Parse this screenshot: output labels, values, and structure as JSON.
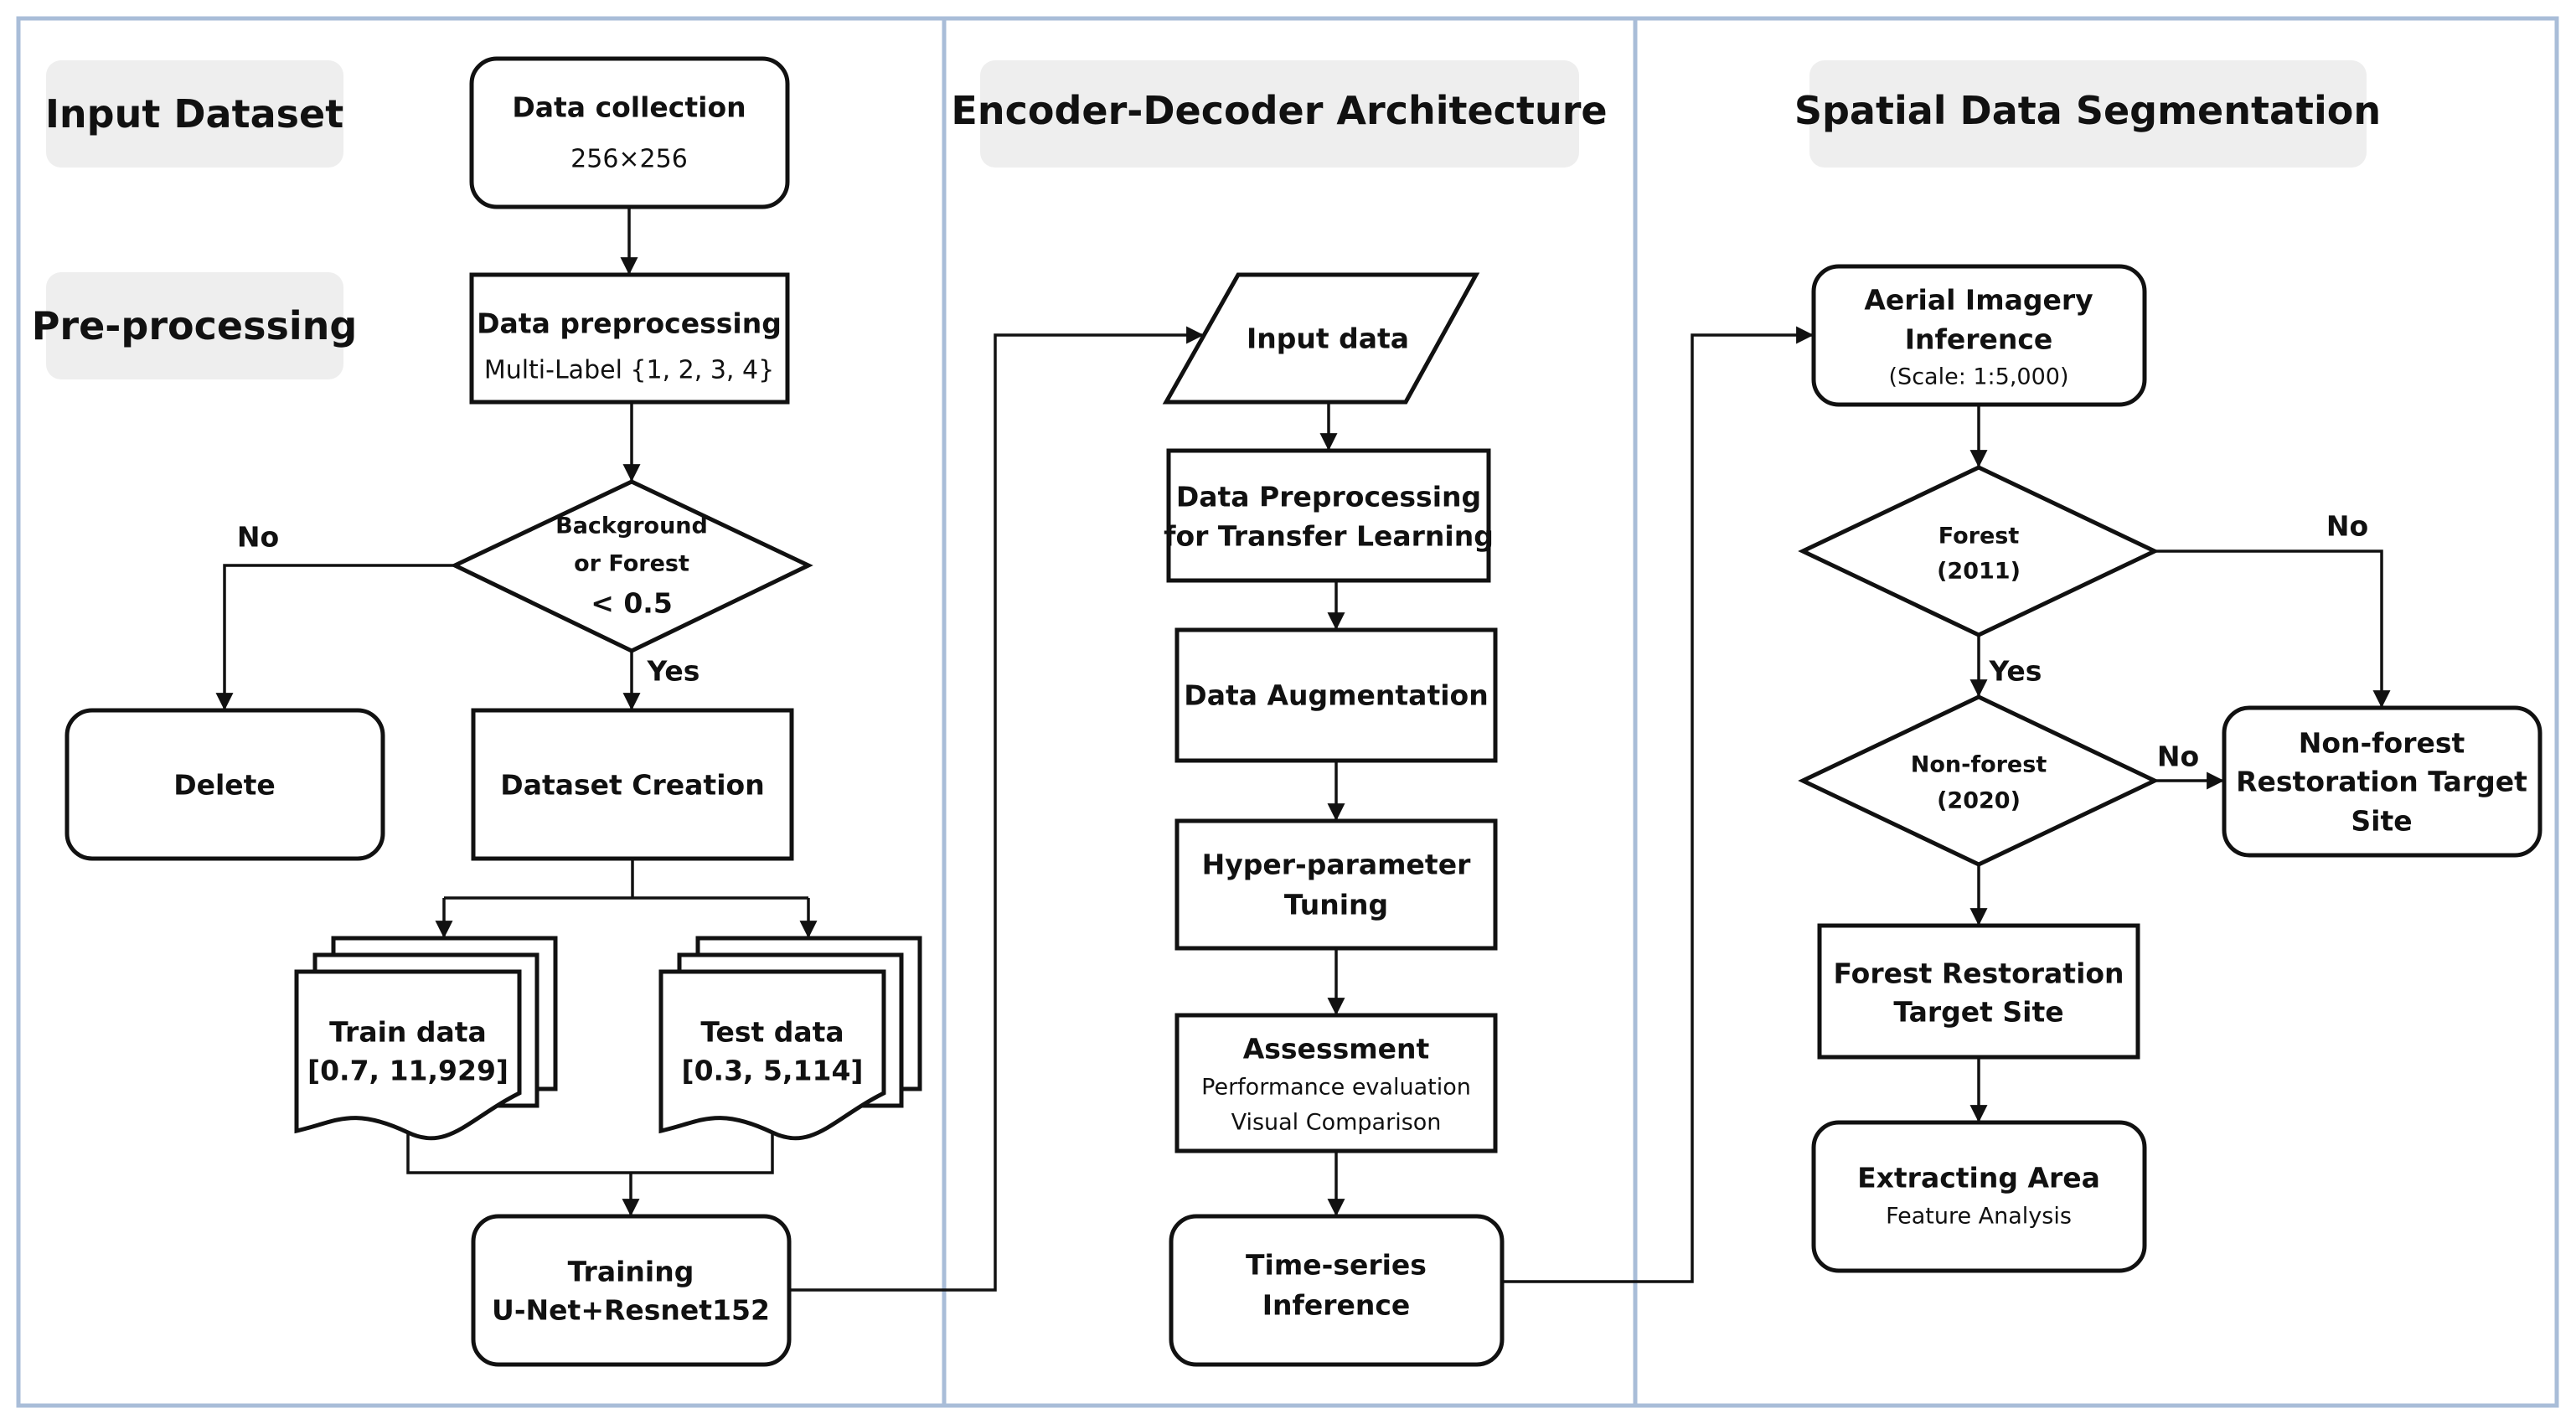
{
  "headers": {
    "input_dataset": "Input Dataset",
    "pre_processing": "Pre-processing",
    "encoder_decoder": "Encoder-Decoder Architecture",
    "spatial_segmentation": "Spatial Data Segmentation"
  },
  "col1": {
    "data_collection": {
      "title": "Data collection",
      "detail": "256×256"
    },
    "data_preprocessing": {
      "title": "Data preprocessing",
      "detail": "Multi-Label {1, 2, 3, 4}"
    },
    "decision": {
      "line1": "Background",
      "line2": "or Forest",
      "line3": "< 0.5",
      "no": "No",
      "yes": "Yes"
    },
    "delete": "Delete",
    "dataset_creation": "Dataset Creation",
    "train_data": {
      "line1": "Train data",
      "line2": "[0.7, 11,929]"
    },
    "test_data": {
      "line1": "Test data",
      "line2": "[0.3, 5,114]"
    },
    "training": {
      "line1": "Training",
      "line2": "U-Net+Resnet152"
    }
  },
  "col2": {
    "input_data": "Input data",
    "data_prep_transfer": {
      "line1": "Data Preprocessing",
      "line2": "for Transfer Learning"
    },
    "data_augmentation": "Data Augmentation",
    "hyper_parameter": {
      "line1": "Hyper-parameter",
      "line2": "Tuning"
    },
    "assessment": {
      "title": "Assessment",
      "line1": "Performance evaluation",
      "line2": "Visual Comparison"
    },
    "time_series": {
      "line1": "Time-series",
      "line2": "Inference"
    }
  },
  "col3": {
    "aerial_imagery": {
      "line1": "Aerial Imagery",
      "line2": "Inference",
      "detail": "(Scale: 1:5,000)"
    },
    "forest_2011": {
      "line1": "Forest",
      "line2": "(2011)",
      "no": "No",
      "yes": "Yes"
    },
    "nonforest_2020": {
      "line1": "Non-forest",
      "line2": "(2020)",
      "no": "No"
    },
    "nonforest_target": {
      "line1": "Non-forest",
      "line2": "Restoration Target",
      "line3": "Site"
    },
    "forest_target": {
      "line1": "Forest Restoration",
      "line2": "Target Site"
    },
    "extracting_area": {
      "title": "Extracting Area",
      "detail": "Feature Analysis"
    }
  },
  "colors": {
    "panel_border": "#a9bdd8",
    "header_fill": "#eeeeee",
    "stroke": "#111111"
  }
}
